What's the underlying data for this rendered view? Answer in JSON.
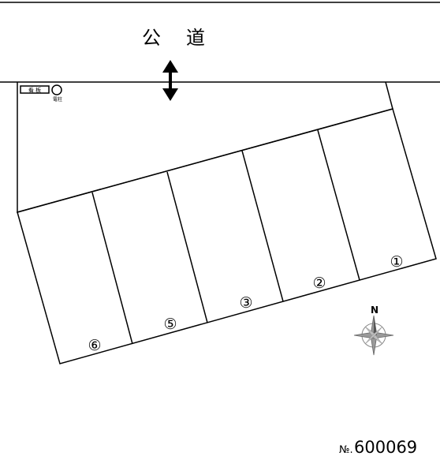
{
  "road": {
    "label": "公　道"
  },
  "signboard": {
    "label": "看 板"
  },
  "pole": {
    "label": "電柱"
  },
  "compass": {
    "north_label": "N"
  },
  "lots": [
    {
      "label": "①"
    },
    {
      "label": "②"
    },
    {
      "label": "③"
    },
    {
      "label": "⑤"
    },
    {
      "label": "⑥"
    }
  ],
  "footer": {
    "number_prefix": "№.",
    "number": "600069"
  },
  "colors": {
    "line": "#000000",
    "compass_fill": "#9a9a9a",
    "background": "#ffffff"
  }
}
